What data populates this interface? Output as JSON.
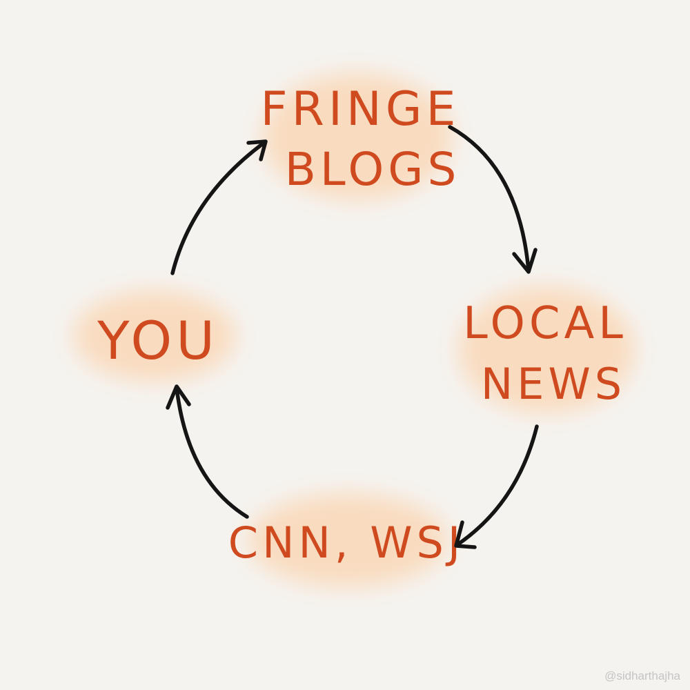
{
  "colors": {
    "background": "#f5f3ef",
    "blob": "#f9dcc0",
    "text": "#cf4a1f",
    "arrow": "#151515",
    "credit": "#c4c4c4"
  },
  "nodes": [
    {
      "id": "fringe-blogs",
      "lines": [
        "FRINGE",
        "BLOGS"
      ]
    },
    {
      "id": "local-news",
      "lines": [
        "LOCAL",
        "NEWS"
      ]
    },
    {
      "id": "cnn-wsj",
      "lines": [
        "CNN, WSJ"
      ]
    },
    {
      "id": "you",
      "lines": [
        "YOU"
      ]
    }
  ],
  "flow": [
    {
      "from": "fringe-blogs",
      "to": "local-news"
    },
    {
      "from": "local-news",
      "to": "cnn-wsj"
    },
    {
      "from": "cnn-wsj",
      "to": "you"
    },
    {
      "from": "you",
      "to": "fringe-blogs"
    }
  ],
  "credit": "@sidharthajha"
}
